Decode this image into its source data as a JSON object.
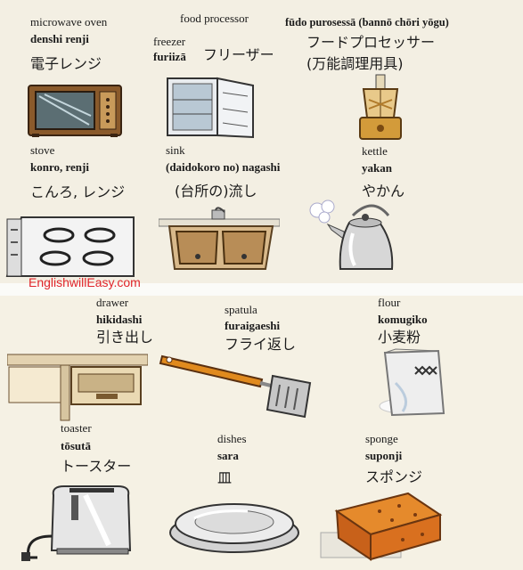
{
  "watermark": "EnglishwillEasy.com",
  "items": {
    "microwave": {
      "en": "microwave oven",
      "romaji": "denshi renji",
      "jp": "電子レンジ"
    },
    "food_processor": {
      "en": "food processor",
      "romaji": "fūdo purosessā (bannō chōri yōgu)",
      "jp": "フードプロセッサー",
      "jp2": "(万能調理用具)"
    },
    "freezer": {
      "en": "freezer",
      "romaji": "furiizā",
      "jp": "フリーザー"
    },
    "stove": {
      "en": "stove",
      "romaji": "konro, renji",
      "jp": "こんろ, レンジ"
    },
    "sink": {
      "en": "sink",
      "romaji": "(daidokoro no) nagashi",
      "jp": "(台所の)流し"
    },
    "kettle": {
      "en": "kettle",
      "romaji": "yakan",
      "jp": "やかん"
    },
    "drawer": {
      "en": "drawer",
      "romaji": "hikidashi",
      "jp": "引き出し"
    },
    "spatula": {
      "en": "spatula",
      "romaji": "furaigaeshi",
      "jp": "フライ返し"
    },
    "flour": {
      "en": "flour",
      "romaji": "komugiko",
      "jp": "小麦粉"
    },
    "toaster": {
      "en": "toaster",
      "romaji": "tōsutā",
      "jp": "トースター"
    },
    "dishes": {
      "en": "dishes",
      "romaji": "sara",
      "jp": "皿"
    },
    "sponge": {
      "en": "sponge",
      "romaji": "suponji",
      "jp": "スポンジ"
    }
  },
  "icons": [
    "microwave-icon",
    "freezer-icon",
    "food-processor-icon",
    "stove-icon",
    "sink-icon",
    "kettle-icon",
    "drawer-icon",
    "spatula-icon",
    "flour-icon",
    "toaster-icon",
    "dishes-icon",
    "sponge-icon"
  ]
}
